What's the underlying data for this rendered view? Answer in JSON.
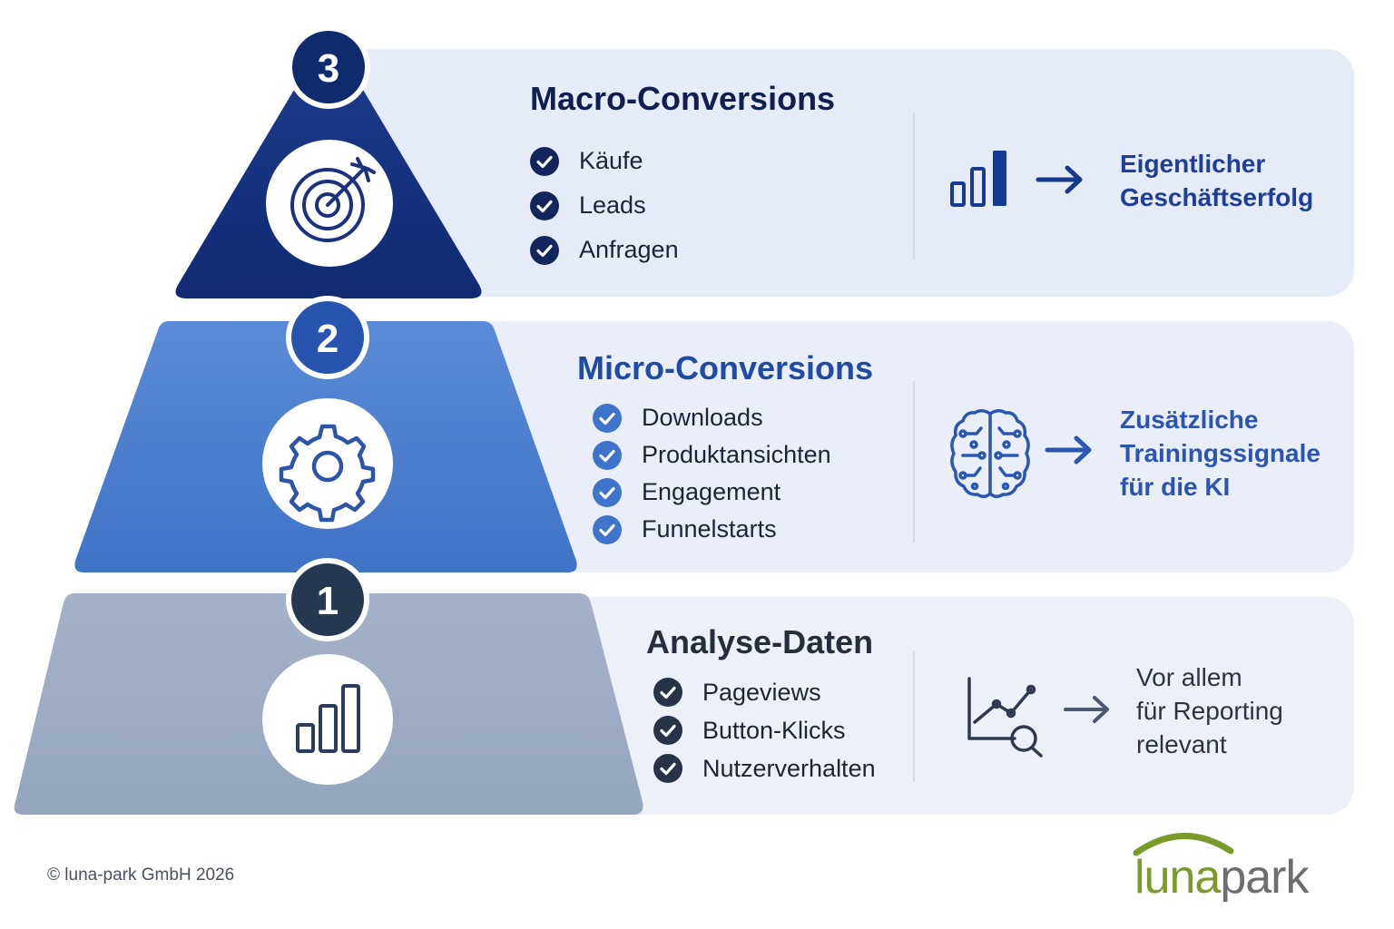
{
  "tiers": [
    {
      "number": "3",
      "title": "Macro-Conversions",
      "items": [
        "Käufe",
        "Leads",
        "Anfragen"
      ],
      "center_icon": "target-arrow-icon",
      "result_icon": "bar-chart-icon",
      "arrow_icon": "arrow-right-icon",
      "result": "Eigentlicher\nGeschäftserfolg",
      "color": "#142f7c"
    },
    {
      "number": "2",
      "title": "Micro-Conversions",
      "items": [
        "Downloads",
        "Produktansichten",
        "Engagement",
        "Funnelstarts"
      ],
      "center_icon": "gear-icon",
      "result_icon": "brain-circuit-icon",
      "arrow_icon": "arrow-right-icon",
      "result": "Zusätzliche\nTrainingssignale\nfür die KI",
      "color": "#4a7bc9"
    },
    {
      "number": "1",
      "title": "Analyse-Daten",
      "items": [
        "Pageviews",
        "Button-Klicks",
        "Nutzerverhalten"
      ],
      "center_icon": "bar-chart-icon",
      "result_icon": "chart-magnifier-icon",
      "arrow_icon": "arrow-right-icon",
      "result": "Vor allem\nfür Reporting\nrelevant",
      "color": "#9aa9c2"
    }
  ],
  "footer": {
    "copyright": "© luna-park GmbH 2026"
  },
  "logo": {
    "text": "lunapark",
    "part1": "luna",
    "part2": "park",
    "green": "#7a9a2a",
    "gray": "#6d6e71"
  }
}
